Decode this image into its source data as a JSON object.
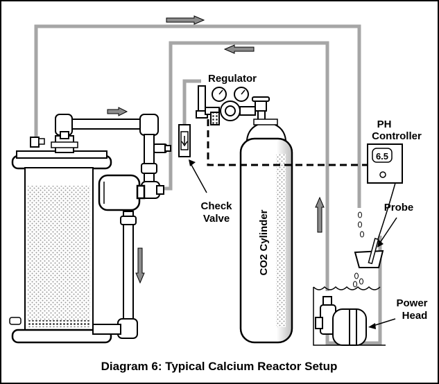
{
  "labels": {
    "regulator": "Regulator",
    "ph_controller_line1": "PH",
    "ph_controller_line2": "Controller",
    "ph_display": "6.5",
    "check_valve_line1": "Check",
    "check_valve_line2": "Valve",
    "co2_cylinder": "CO2 Cylinder",
    "probe": "Probe",
    "power_head_line1": "Power",
    "power_head_line2": "Head"
  },
  "caption": "Diagram 6: Typical Calcium Reactor Setup",
  "colors": {
    "tubing": "#a6a6a6",
    "outline": "#000000",
    "arrow_fill": "#8c8c8c",
    "background": "#ffffff"
  }
}
